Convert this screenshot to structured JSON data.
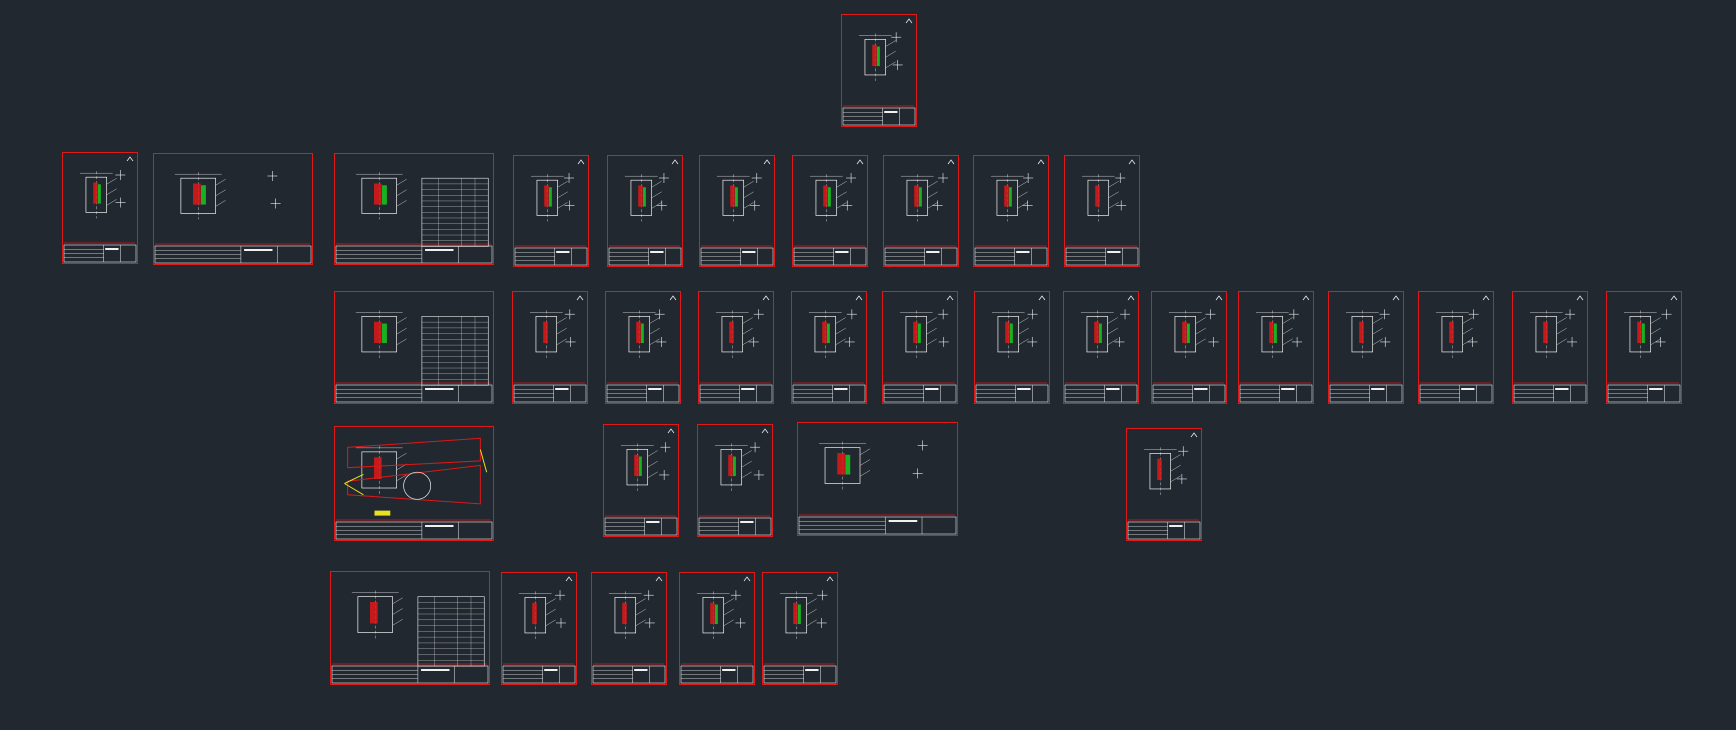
{
  "viewport": {
    "background_color": "#212830"
  },
  "colors": {
    "frame": "#e01818",
    "line": "#f0f0f0",
    "hatch_green": "#18c020",
    "hatch_red": "#e01818",
    "accent_yellow": "#e8e020"
  },
  "sheets": [
    {
      "id": "s-top-1",
      "kind": "portrait",
      "has_green": true
    },
    {
      "id": "s-r1-1",
      "kind": "portrait",
      "has_green": true
    },
    {
      "id": "s-r1-2",
      "kind": "landscape",
      "has_green": true
    },
    {
      "id": "s-r1-3",
      "kind": "landscape-table",
      "has_green": true
    },
    {
      "id": "s-r1-4",
      "kind": "portrait",
      "has_green": true
    },
    {
      "id": "s-r1-5",
      "kind": "portrait",
      "has_green": true
    },
    {
      "id": "s-r1-6",
      "kind": "portrait",
      "has_green": true
    },
    {
      "id": "s-r1-7",
      "kind": "portrait",
      "has_green": true
    },
    {
      "id": "s-r1-8",
      "kind": "portrait",
      "has_green": true
    },
    {
      "id": "s-r1-9",
      "kind": "portrait",
      "has_green": true
    },
    {
      "id": "s-r1-10",
      "kind": "portrait",
      "has_green": false
    },
    {
      "id": "s-r2-1",
      "kind": "landscape-table",
      "has_green": true
    },
    {
      "id": "s-r2-2",
      "kind": "portrait",
      "has_green": false
    },
    {
      "id": "s-r2-3",
      "kind": "portrait",
      "has_green": true
    },
    {
      "id": "s-r2-4",
      "kind": "portrait",
      "has_green": false
    },
    {
      "id": "s-r2-5",
      "kind": "portrait",
      "has_green": true
    },
    {
      "id": "s-r2-6",
      "kind": "portrait",
      "has_green": true
    },
    {
      "id": "s-r2-7",
      "kind": "portrait",
      "has_green": true
    },
    {
      "id": "s-r2-8",
      "kind": "portrait",
      "has_green": true
    },
    {
      "id": "s-r2-9",
      "kind": "portrait",
      "has_green": true
    },
    {
      "id": "s-r2-10",
      "kind": "portrait",
      "has_green": true
    },
    {
      "id": "s-r2-11",
      "kind": "portrait",
      "has_green": false
    },
    {
      "id": "s-r2-12",
      "kind": "portrait",
      "has_green": false
    },
    {
      "id": "s-r2-13",
      "kind": "portrait",
      "has_green": false
    },
    {
      "id": "s-r2-14",
      "kind": "portrait",
      "has_green": true
    },
    {
      "id": "s-r3-1",
      "kind": "landscape-yellow",
      "has_green": false
    },
    {
      "id": "s-r3-2",
      "kind": "portrait",
      "has_green": true
    },
    {
      "id": "s-r3-3",
      "kind": "portrait",
      "has_green": true
    },
    {
      "id": "s-r3-4",
      "kind": "landscape",
      "has_green": true
    },
    {
      "id": "s-r3-5",
      "kind": "portrait",
      "has_green": false
    },
    {
      "id": "s-r4-1",
      "kind": "landscape-table",
      "has_green": false
    },
    {
      "id": "s-r4-2",
      "kind": "portrait",
      "has_green": false
    },
    {
      "id": "s-r4-3",
      "kind": "portrait",
      "has_green": false
    },
    {
      "id": "s-r4-4",
      "kind": "portrait",
      "has_green": true
    },
    {
      "id": "s-r4-5",
      "kind": "portrait",
      "has_green": true
    }
  ]
}
